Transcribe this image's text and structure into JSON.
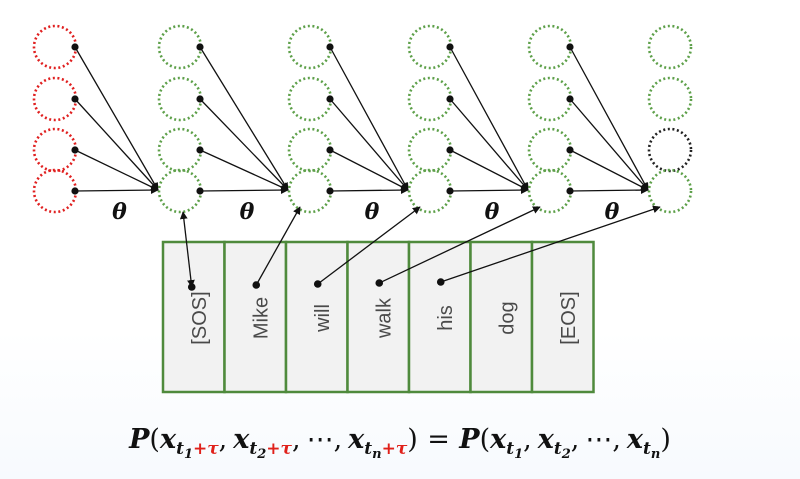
{
  "colors": {
    "input_neuron": "#e02020",
    "hidden_neuron": "#5ea04a",
    "highlight_neuron": "#222222",
    "token_box_border": "#4f8a3c",
    "token_box_fill": "#f2f2f2",
    "connection": "#111111",
    "tau": "#e0201a"
  },
  "diagram": {
    "columns": [
      {
        "role": "input",
        "neurons": 4
      },
      {
        "role": "hidden",
        "neurons": 4
      },
      {
        "role": "hidden",
        "neurons": 4
      },
      {
        "role": "hidden",
        "neurons": 4
      },
      {
        "role": "hidden",
        "neurons": 4
      },
      {
        "role": "output",
        "neurons": 4,
        "highlighted_neuron": 2
      }
    ],
    "parameter_symbol": "θ",
    "tokens": [
      "[SOS]",
      "Mike",
      "will",
      "walk",
      "his",
      "dog",
      "[EOS]"
    ],
    "token_to_column": [
      {
        "token": 0,
        "column": 1
      },
      {
        "token": 1,
        "column": 2
      },
      {
        "token": 2,
        "column": 3
      },
      {
        "token": 3,
        "column": 4
      },
      {
        "token": 4,
        "column": 5
      }
    ]
  },
  "formula": {
    "P": "P",
    "x": "x",
    "t": "t",
    "sub1": "1",
    "sub2": "2",
    "subn": "n",
    "tau": "+τ",
    "ellipsis": "⋯",
    "comma": ",",
    "lparen": "(",
    "rparen": ")",
    "equals": "="
  }
}
